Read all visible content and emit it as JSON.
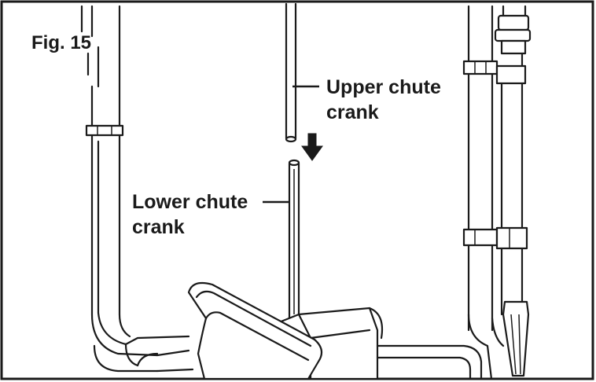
{
  "figure_label": "Fig. 15",
  "callouts": {
    "upper": {
      "line1": "Upper chute",
      "line2": "crank"
    },
    "lower": {
      "line1": "Lower chute",
      "line2": "crank"
    }
  },
  "icons": {
    "direction_arrow": "arrow-down-icon"
  }
}
